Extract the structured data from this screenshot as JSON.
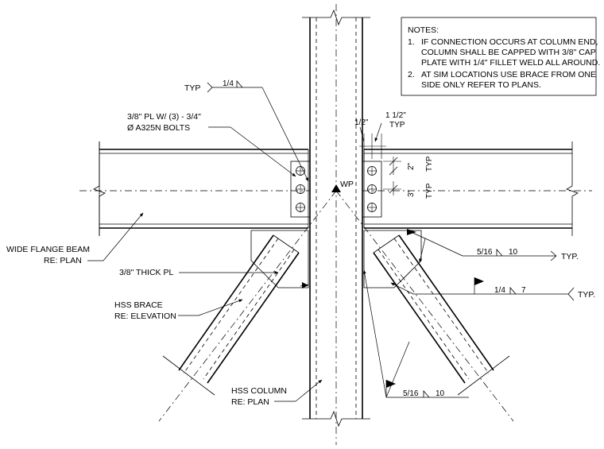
{
  "notes": {
    "title": "NOTES:",
    "items": [
      {
        "num": "1.",
        "lines": [
          "IF CONNECTION OCCURS AT COLUMN END,",
          "COLUMN SHALL BE CAPPED WITH 3/8\" CAP",
          "PLATE WITH 1/4\" FILLET WELD ALL AROUND."
        ]
      },
      {
        "num": "2.",
        "lines": [
          "AT SIM LOCATIONS USE BRACE FROM ONE",
          "SIDE ONLY REFER TO PLANS."
        ]
      }
    ]
  },
  "labels": {
    "typ_weld_typ": "TYP",
    "typ_weld_size": "1/4",
    "shear_plate_line1": "3/8\" PL W/ (3) - 3/4\"",
    "shear_plate_line2": "Ø A325N BOLTS",
    "edge_half": "1/2\"",
    "edge_one_half": "1 1/2\"",
    "edge_typ": "TYP",
    "bolt_edge_2": "2\"",
    "bolt_edge_2_typ": "TYP",
    "bolt_spacing_3": "3\"",
    "bolt_spacing_3_typ": "TYP",
    "work_point": "WP",
    "wide_flange_line1": "WIDE FLANGE BEAM",
    "wide_flange_line2": "RE: PLAN",
    "gusset": "3/8\" THICK PL",
    "hss_brace_line1": "HSS BRACE",
    "hss_brace_line2": "RE: ELEVATION",
    "hss_column_line1": "HSS COLUMN",
    "hss_column_line2": "RE: PLAN",
    "weld_upper_size": "5/16",
    "weld_upper_length": "10",
    "weld_upper_typ": "TYP.",
    "weld_mid_size": "1/4",
    "weld_mid_length": "7",
    "weld_mid_typ": "TYP.",
    "weld_lower_size": "5/16",
    "weld_lower_length": "10"
  },
  "icons": {
    "weld_symbol": "fillet-weld-triangle-icon",
    "flag": "field-weld-flag-icon",
    "arrow": "leader-arrow-icon",
    "break": "break-line-icon",
    "work_point": "work-point-triangle-icon"
  }
}
